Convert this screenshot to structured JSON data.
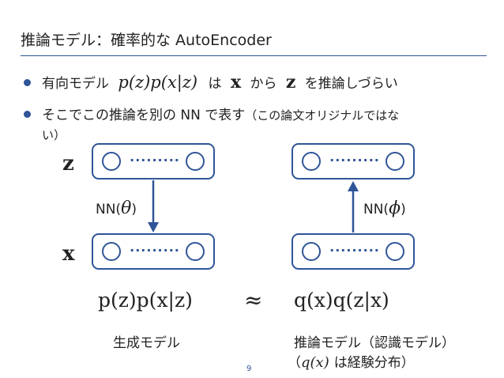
{
  "slide": {
    "title": "推論モデル：確率的な AutoEncoder",
    "page_number": "9"
  },
  "bullets": [
    {
      "math1": "p(z)p(x|z)",
      "prefix": "有向モデル",
      "mid1": "は",
      "math2": "x",
      "mid2": "から",
      "math3": "z",
      "suffix": "を推論しづらい"
    },
    {
      "text": "そこでこの推論を別の NN で表す",
      "note_line1": "（この論文オリジナルではな",
      "note_line2": "い）"
    }
  ],
  "diagram": {
    "latent_label": "z",
    "observed_label": "x",
    "dots": "·········",
    "generative_label_prefix": "NN(",
    "generative_param": "θ",
    "generative_label_suffix": ")",
    "inference_label_prefix": "NN(",
    "inference_param": "ϕ",
    "inference_label_suffix": ")"
  },
  "equation": {
    "left": "p(z)p(x|z)",
    "approx": "≈",
    "right": "q(x)q(z|x)"
  },
  "captions": {
    "generative": "生成モデル",
    "inference_line1": "推論モデル（認識モデル）",
    "inference_line2_open": "（",
    "inference_line2_math": "q(x)",
    "inference_line2_rest": "は経験分布）"
  },
  "colors": {
    "accent": "#2f5597",
    "text": "#222222",
    "background": "#ffffff"
  }
}
